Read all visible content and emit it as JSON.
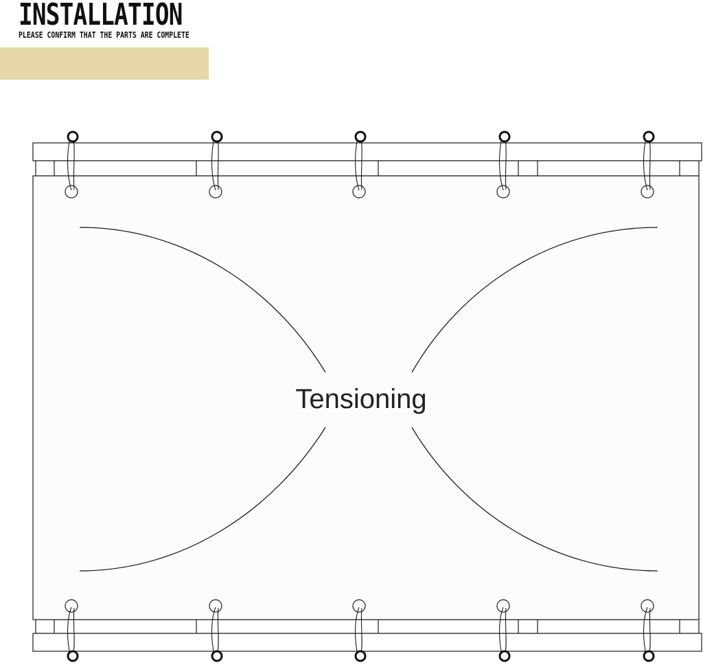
{
  "header": {
    "title": "INSTALLATION",
    "subtitle": "PLEASE CONFIRM THAT THE PARTS ARE COMPLETE"
  },
  "colors": {
    "accent_bar": "#e6d7a9",
    "line": "#1a1a1a",
    "panel": "#fcfcfc"
  },
  "diagram": {
    "center_label": "Tensioning",
    "grommet_count_top": 5,
    "grommet_count_bottom": 5
  }
}
